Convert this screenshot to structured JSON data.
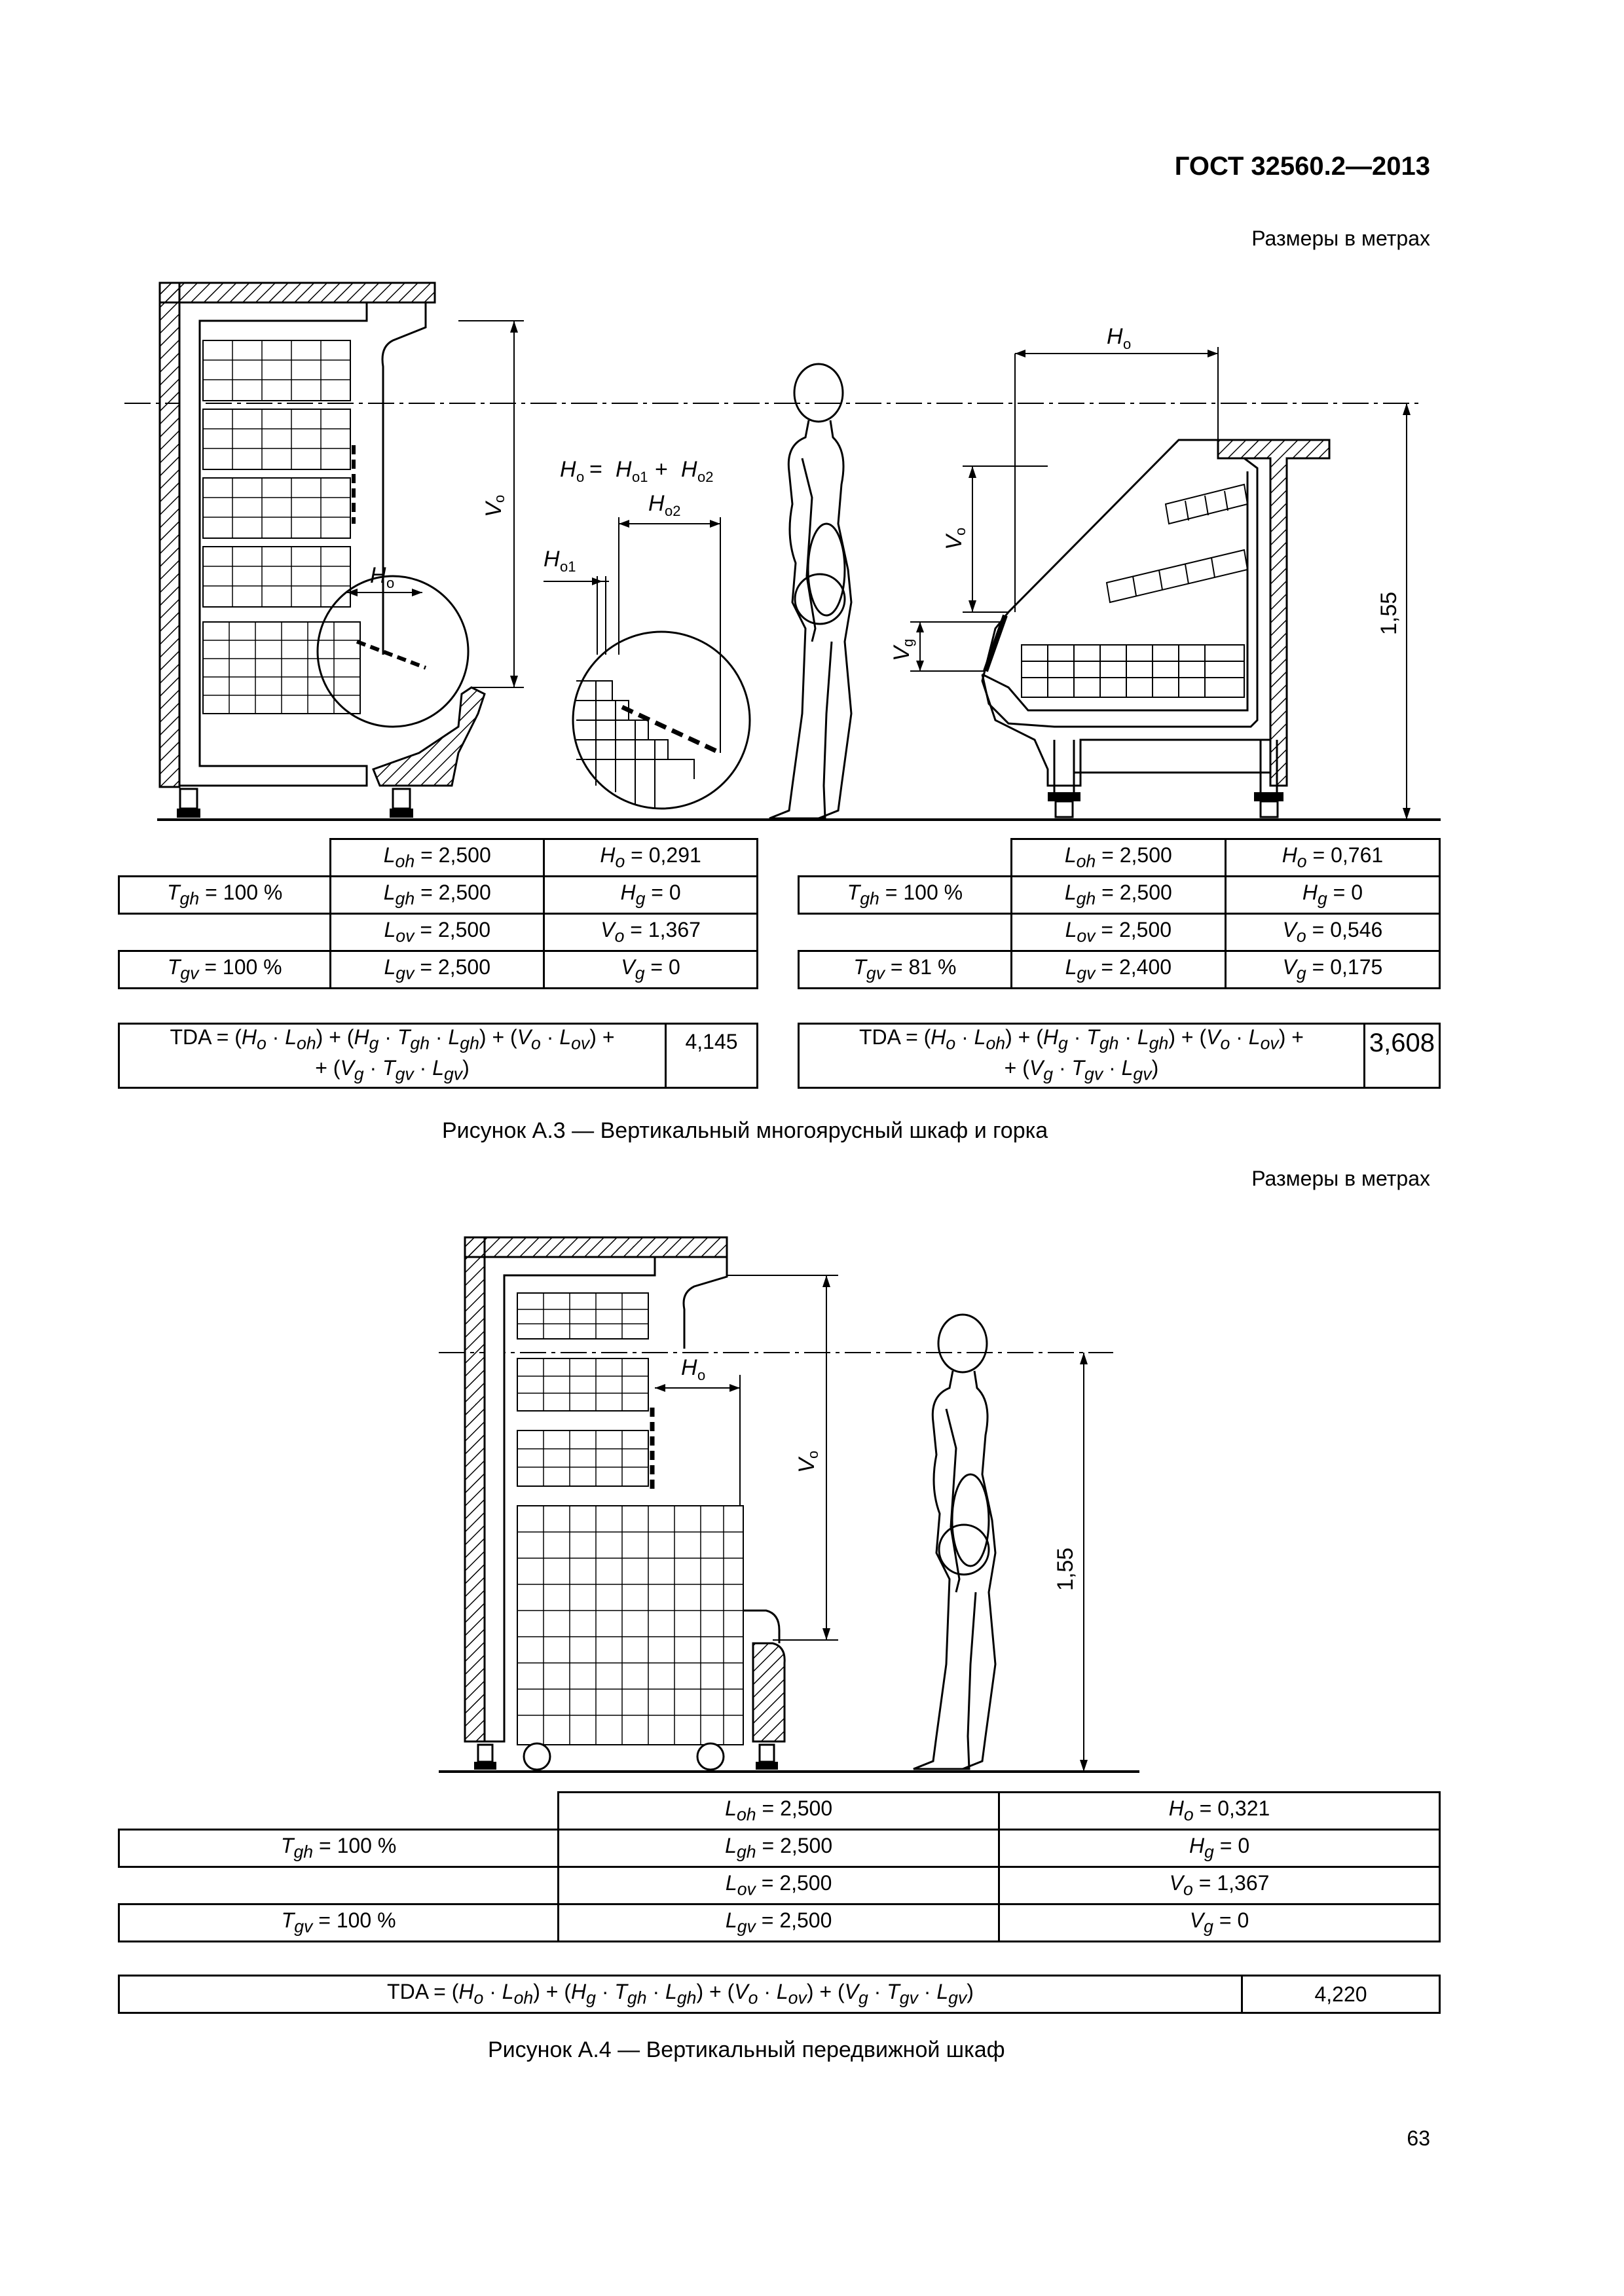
{
  "header": {
    "standard": "ГОСТ 32560.2—2013"
  },
  "units_note_1": "Размеры в метрах",
  "units_note_2": "Размеры в метрах",
  "fig3": {
    "labels": {
      "Ho": "H",
      "Ho_sub": "o",
      "Vo": "V",
      "Vo_sub": "o",
      "Vg": "V",
      "Vg_sub": "g",
      "formula": "H",
      "Ho1": "H",
      "Ho1_sub": "o1",
      "Ho2": "H",
      "Ho2_sub": "o2",
      "height": "1,55"
    },
    "left_table": {
      "r1": [
        "L",
        "oh",
        " = 2,500",
        "H",
        "o",
        " = 0,291"
      ],
      "r2": [
        "T",
        "gh",
        " = 100 %",
        "L",
        "gh",
        " = 2,500",
        "H",
        "g",
        " = 0"
      ],
      "r3": [
        "L",
        "ov",
        " = 2,500",
        "V",
        "o",
        " = 1,367"
      ],
      "r4": [
        "T",
        "gv",
        " = 100 %",
        "L",
        "gv",
        " = 2,500",
        "V",
        "g",
        " = 0"
      ],
      "tda_line1": "TDA = (Ho · Loh) + (Hg · Tgh · Lgh) + (Vo · Lov) +",
      "tda_line2": "+ (Vg · Tgv · Lgv)",
      "tda_value": "4,145"
    },
    "right_table": {
      "loh": "Loh = 2,500",
      "ho": "Ho = 0,761",
      "tgh": "Tgh = 100 %",
      "lgh": "Lgh = 2,500",
      "hg": "Hg = 0",
      "lov": "Lov = 2,500",
      "vo": "Vo = 0,546",
      "tgv": "Tgv = 81 %",
      "lgv": "Lgv = 2,400",
      "vg": "Vg = 0,175",
      "tda_line1": "TDA = (Ho · Loh) + (Hg · Tgh · Lgh) + (Vo · Lov) +",
      "tda_line2": "+ (Vg · Tgv · Lgv)",
      "tda_value": "3,608"
    },
    "caption": "Рисунок А.3 — Вертикальный многоярусный шкаф и горка"
  },
  "fig4": {
    "labels": {
      "Ho": "H",
      "Ho_sub": "o",
      "Vo": "V",
      "Vo_sub": "o",
      "height": "1,55"
    },
    "table": {
      "loh": "Loh = 2,500",
      "ho": "Ho = 0,321",
      "tgh": "Tgh = 100 %",
      "lgh": "Lgh = 2,500",
      "hg": "Hg = 0",
      "lov": "Lov = 2,500",
      "vo": "Vo = 1,367",
      "tgv": "Tgv = 100 %",
      "lgv": "Lgv = 2,500",
      "vg": "Vg = 0",
      "tda": "TDA = (Ho · Loh) + (Hg · Tgh · Lgh) + (Vo · Lov) + (Vg · Tgv · Lgv)",
      "tda_value": "4,220"
    },
    "caption": "Рисунок А.4  — Вертикальный передвижной шкаф"
  },
  "page_number": "63"
}
